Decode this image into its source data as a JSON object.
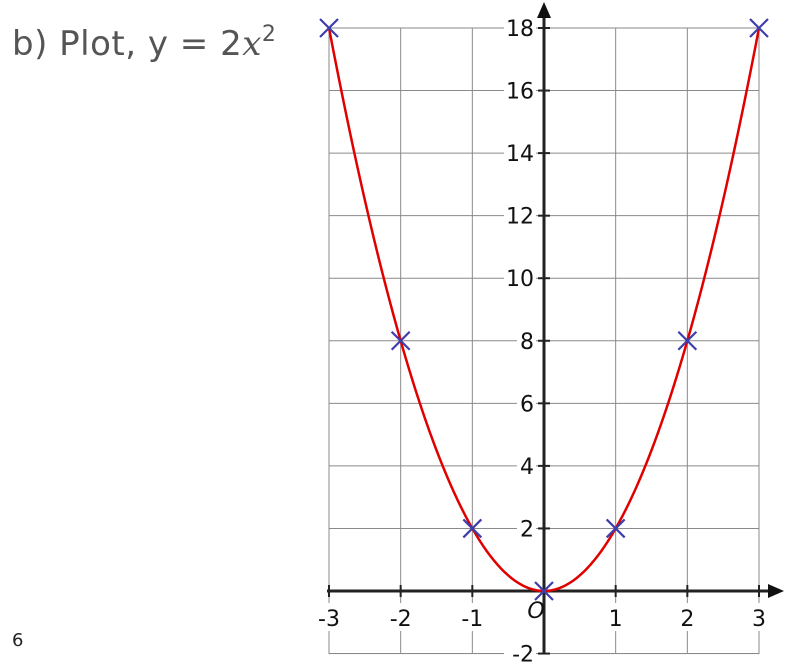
{
  "question": {
    "prefix": "b) Plot, y = 2",
    "variable": "x",
    "exponent": "2"
  },
  "page_number": "6",
  "chart_data": {
    "type": "scatter",
    "function": "y = 2x^2",
    "x": [
      -3,
      -2,
      -1,
      0,
      1,
      2,
      3
    ],
    "y": [
      18,
      8,
      2,
      0,
      2,
      8,
      18
    ],
    "xlim": [
      -3,
      3
    ],
    "ylim": [
      -2,
      18
    ],
    "x_ticks": [
      "-3",
      "-2",
      "-1",
      "1",
      "2",
      "3"
    ],
    "y_ticks": [
      "18",
      "16",
      "14",
      "12",
      "10",
      "8",
      "6",
      "4",
      "2",
      "-2"
    ],
    "origin_label": "O",
    "grid": true,
    "curve_color": "#e00000",
    "marker_color": "#3d3dab",
    "marker": "x"
  }
}
